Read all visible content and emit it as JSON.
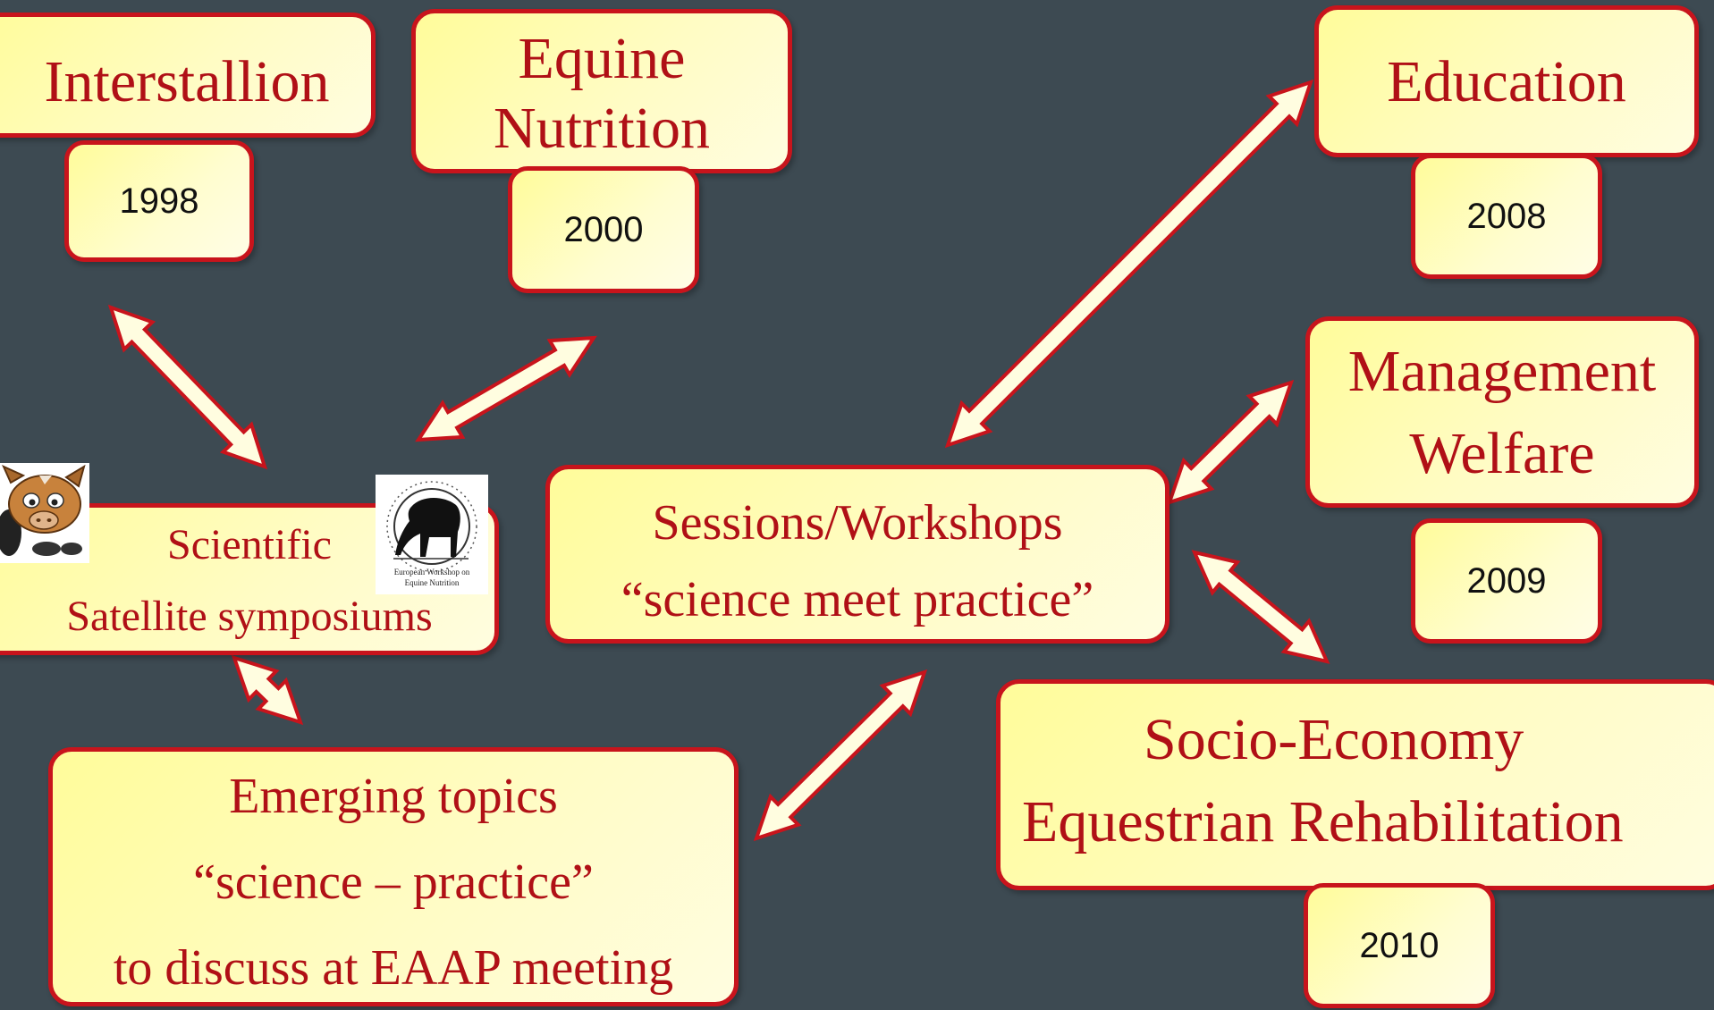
{
  "nodes": {
    "interstallion": {
      "title": "Interstallion",
      "year": "1998"
    },
    "equine_nutrition": {
      "line1": "Equine",
      "line2": "Nutrition",
      "year": "2000"
    },
    "education": {
      "title": "Education",
      "year": "2008"
    },
    "management_welfare": {
      "line1": "Management",
      "line2": "Welfare",
      "year": "2009"
    },
    "socio_economy": {
      "line1": "Socio-Economy",
      "line2": "Equestrian Rehabilitation",
      "year": "2010"
    },
    "scientific": {
      "line1": "Scientific",
      "line2": "Satellite symposiums",
      "logo_caption_1": "European Workshop on",
      "logo_caption_2": "Equine Nutrition"
    },
    "sessions": {
      "line1": "Sessions/Workshops",
      "line2": "“science meet practice”"
    },
    "emerging": {
      "line1": "Emerging topics",
      "line2": "“science – practice”",
      "line3": "to discuss at EAAP meeting"
    }
  },
  "colors": {
    "background": "#3d4a52",
    "box_fill": "#fffcb0",
    "border": "#c8141c",
    "text": "#b01016",
    "arrow_fill": "#fffde0",
    "arrow_stroke": "#c8141c"
  },
  "icons": [
    "cartoon-horse-icon",
    "horse-grazing-logo-icon"
  ]
}
